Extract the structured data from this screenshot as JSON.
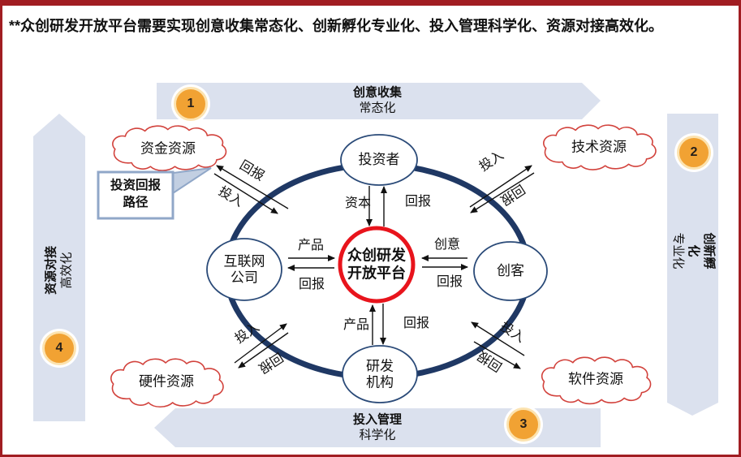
{
  "title": "**众创研发开放平台需要实现创意收集常态化、创新孵化专业化、投入管理科学化、资源对接高效化。",
  "banners": {
    "top": {
      "number": "1",
      "line1": "创意收集",
      "line2": "常态化"
    },
    "right": {
      "number": "2",
      "line1": "创新孵化",
      "line2": "专业化"
    },
    "bottom": {
      "number": "3",
      "line1": "投入管理",
      "line2": "科学化"
    },
    "left": {
      "number": "4",
      "line1": "资源对接",
      "line2": "高效化"
    }
  },
  "center_platform": {
    "line1": "众创研发",
    "line2": "开放平台"
  },
  "nodes": {
    "investor": "投资者",
    "internet_company": {
      "line1": "互联网",
      "line2": "公司"
    },
    "maker": "创客",
    "rd_institute": {
      "line1": "研发",
      "line2": "机构"
    }
  },
  "clouds": {
    "funding": "资金资源",
    "technology": "技术资源",
    "hardware": "硬件资源",
    "software": "软件资源"
  },
  "callout": {
    "line1": "投资回报",
    "line2": "路径"
  },
  "flow_labels": {
    "investor_down": "资本",
    "investor_up": "回报",
    "internet_right": "产品",
    "internet_left": "回报",
    "maker_left": "创意",
    "maker_right": "回报",
    "rd_up": "产品",
    "rd_down": "回报",
    "funding_return": "回报",
    "funding_invest": "投入",
    "tech_invest": "投入",
    "tech_return": "回报",
    "hardware_invest": "投入",
    "hardware_return": "回报",
    "software_invest": "投入",
    "software_return": "回报"
  },
  "colors": {
    "banner_fill": "#dbe1ee",
    "outer_ring": "#1f3864",
    "center_ring": "#e8141c",
    "cloud_outline": "#d2423c",
    "badge_orange": "#f1a233",
    "frame_border": "#a11d22"
  }
}
